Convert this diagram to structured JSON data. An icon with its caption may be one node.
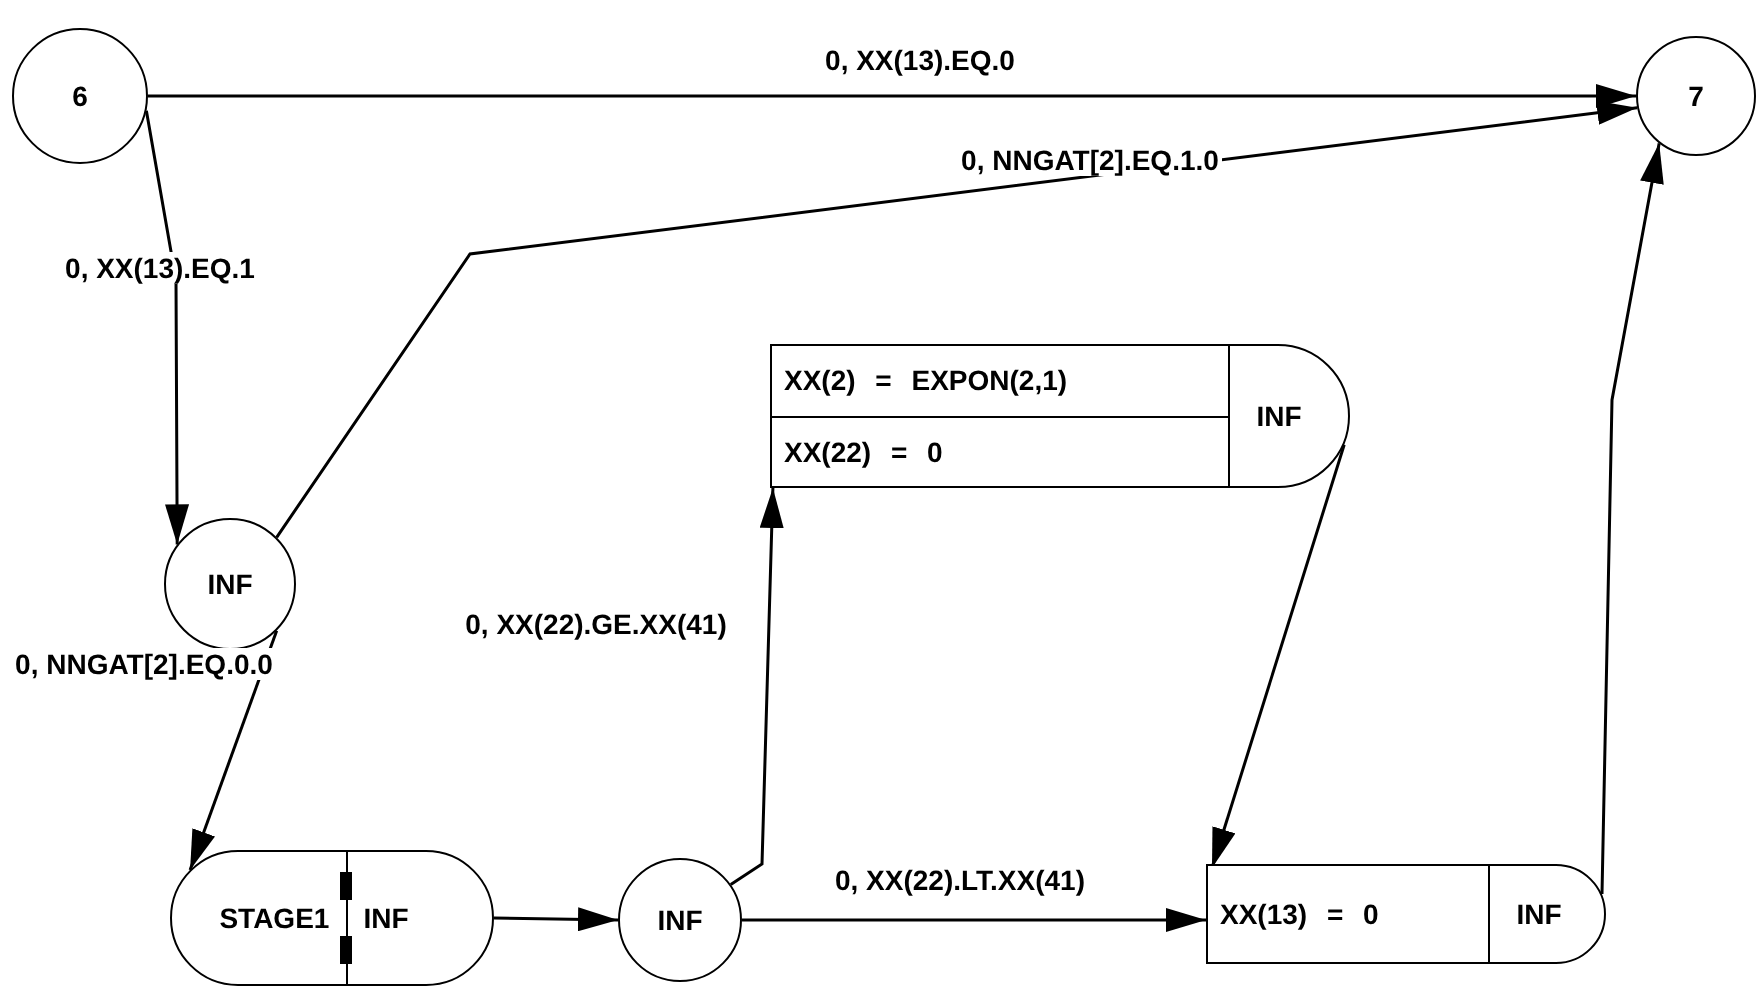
{
  "diagram": {
    "nodes": [
      {
        "text": [
          "6"
        ]
      },
      {
        "text": [
          "7"
        ]
      },
      {
        "text": [
          "INF"
        ]
      },
      {
        "text": [
          "STAGE1",
          "INF"
        ]
      },
      {
        "text": [
          "INF"
        ]
      },
      {
        "text": [
          "XX(2) = EXPON(2,1)",
          "XX(22) = 0",
          "INF"
        ]
      },
      {
        "text": [
          "XX(13) = 0",
          "INF"
        ]
      }
    ],
    "edges": [
      {
        "from": 0,
        "to": 1,
        "arrow": "to",
        "label": "0, XX(13).EQ.0"
      },
      {
        "from": 0,
        "to": 2,
        "arrow": "to",
        "label": "0, XX(13).EQ.1"
      },
      {
        "from": 2,
        "to": 1,
        "arrow": "to",
        "label": "0, NNGAT[2].EQ.1.0"
      },
      {
        "from": 2,
        "to": 3,
        "arrow": "to",
        "label": "0, NNGAT[2].EQ.0.0"
      },
      {
        "from": 3,
        "to": 4,
        "arrow": "to"
      },
      {
        "from": 4,
        "to": 5,
        "arrow": "to",
        "label": "0, XX(22).GE.XX(41)"
      },
      {
        "from": 4,
        "to": 6,
        "arrow": "to",
        "label": "0, XX(22).LT.XX(41)"
      },
      {
        "from": 5,
        "to": 6,
        "arrow": "to"
      },
      {
        "from": 6,
        "to": 1,
        "arrow": "to"
      }
    ]
  }
}
